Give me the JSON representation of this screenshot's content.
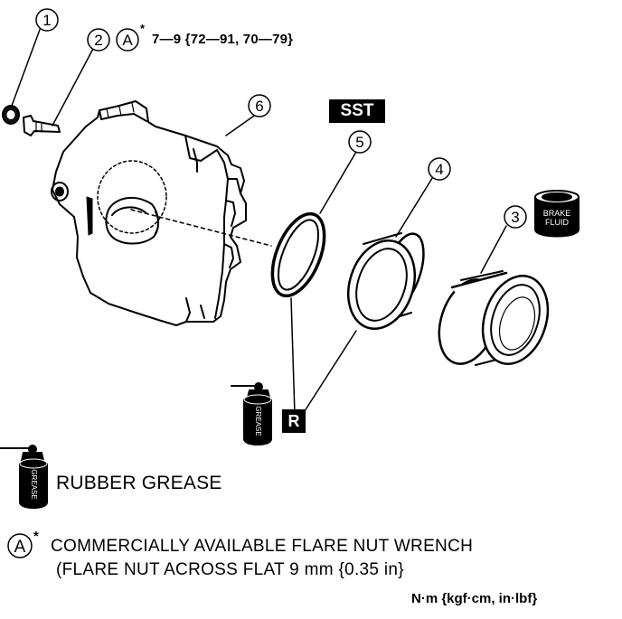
{
  "callouts": {
    "c1": "1",
    "c2": "2",
    "c3": "3",
    "c4": "4",
    "c5": "5",
    "c6": "6",
    "tool_mark": "A",
    "tool_mark_legend": "A",
    "asterisk": "*"
  },
  "torque_spec": "7—9 {72—91, 70—79}",
  "sst_badge": "SST",
  "replace_badge": "R",
  "brake_fluid_can": {
    "line1": "BRAKE",
    "line2": "FLUID"
  },
  "grease_can_label": "GREASE",
  "legend": {
    "rubber_grease": "RUBBER GREASE",
    "tool_line1": "COMMERCIALLY AVAILABLE FLARE NUT WRENCH",
    "tool_line2": "(FLARE NUT ACROSS FLAT 9 mm {0.35 in}"
  },
  "units_note": "N·m {kgf·cm, in·lbf}"
}
